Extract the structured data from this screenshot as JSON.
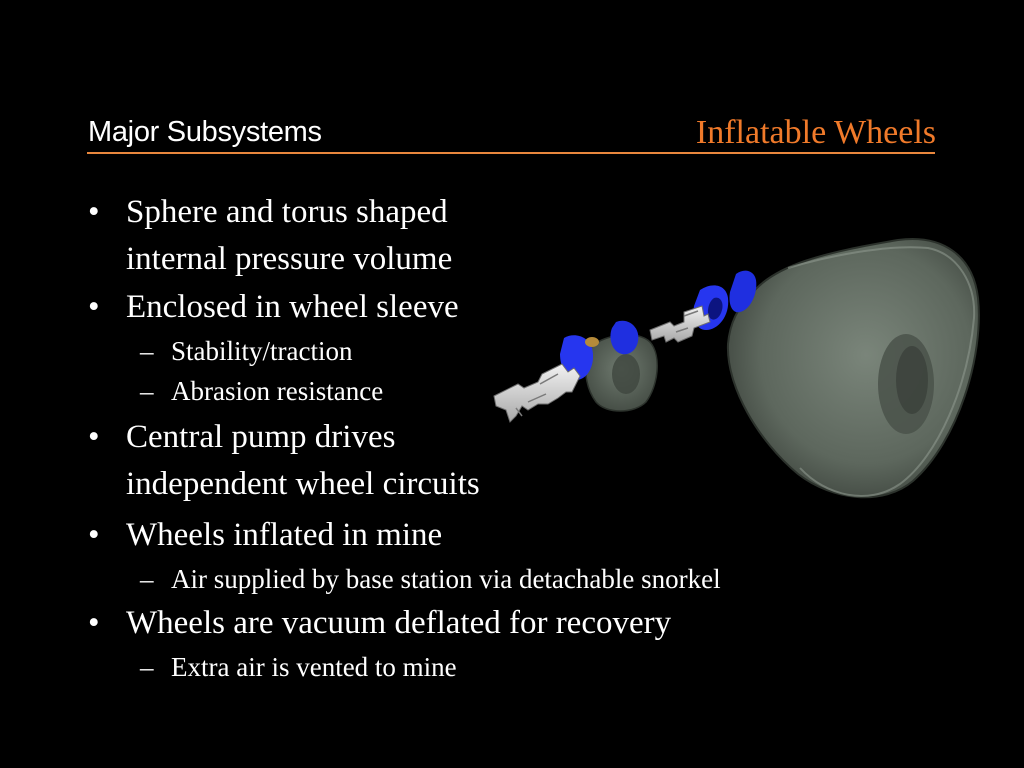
{
  "header": {
    "section_title": "Major Subsystems",
    "slide_title": "Inflatable Wheels"
  },
  "colors": {
    "background": "#000000",
    "title_accent": "#f07a2a",
    "rule": "#e9873d",
    "text": "#ffffff",
    "wheel_body": "#5f6a5f",
    "hub_blue": "#1f2fe0"
  },
  "bullets": [
    {
      "lines": [
        "Sphere and torus shaped",
        "internal pressure volume"
      ],
      "sub": []
    },
    {
      "lines": [
        "Enclosed in wheel sleeve"
      ],
      "sub": [
        "Stability/traction",
        "Abrasion resistance"
      ]
    },
    {
      "lines": [
        "Central pump drives",
        "independent wheel circuits"
      ],
      "sub": []
    },
    {
      "lines": [
        "Wheels inflated in mine"
      ],
      "sub": [
        "Air supplied by base station via detachable snorkel"
      ]
    },
    {
      "lines": [
        "Wheels are vacuum deflated for recovery"
      ],
      "sub": [
        "Extra air is vented to mine"
      ]
    }
  ],
  "illustration": {
    "icon": "exploded-wheel-assembly-icon"
  }
}
